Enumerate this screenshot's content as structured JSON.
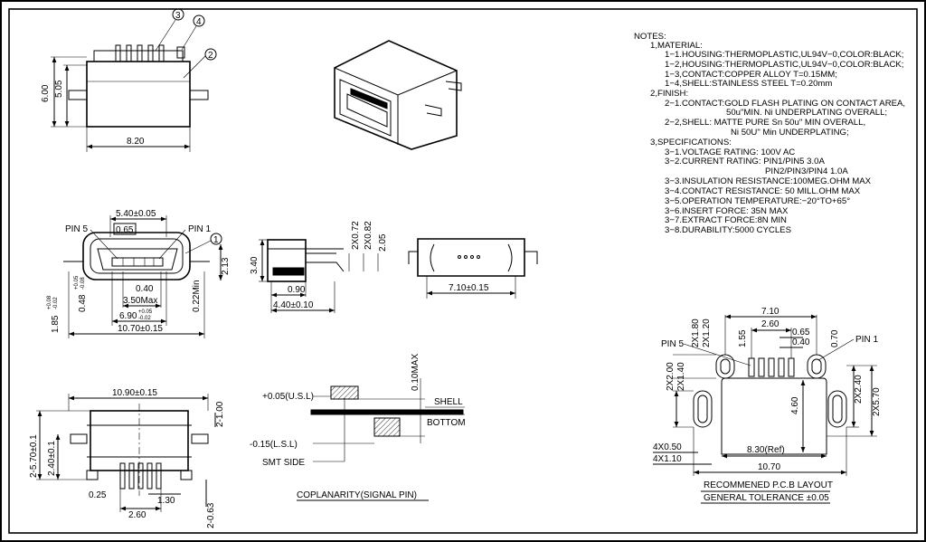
{
  "colors": {
    "ink": "#000000",
    "paper": "#ffffff"
  },
  "balloons": [
    "3",
    "4",
    "2",
    "1"
  ],
  "top_view": {
    "height_total": "6.00",
    "height_body": "5.05",
    "width": "8.20"
  },
  "front_view": {
    "top_width": "5.40±0.05",
    "slot": "0.65",
    "pin5": "PIN 5",
    "pin1": "PIN 1",
    "pitch": "0.40",
    "max_width": "3.50Max",
    "inner_width": "6.90",
    "inner_tol_plus": "+0.05",
    "inner_tol_minus": "-0.02",
    "overall": "10.70±0.15",
    "left_height": "1.85",
    "left_tol_plus": "+0.08",
    "left_tol_minus": "-0.02",
    "left_height2": "0.48",
    "left2_tol_plus": "+0.05",
    "left2_tol_minus": "-0.08",
    "right_min": "0.22Min",
    "right_height": "2.13"
  },
  "side_view": {
    "height": "3.40",
    "d1": "2X0.72",
    "d2": "2X0.82",
    "d3": "2.05",
    "bottom1": "0.90",
    "bottom2": "4.40±0.10"
  },
  "rear_view": {
    "width": "7.10±0.15"
  },
  "bottom_view": {
    "width": "10.90±0.15",
    "top_right": "2-1.00",
    "left1": "2-5.70±0.1",
    "left2": "2.40±0.1",
    "b1": "0.25",
    "b2": "1.30",
    "b3": "2.60",
    "b4": "2-0.63"
  },
  "coplanarity": {
    "usl": "+0.05(U.S.L)",
    "lsl": "-0.15(L.S.L)",
    "max": "0.10MAX",
    "shell": "SHELL",
    "bottom": "BOTTOM",
    "smt_side": "SMT SIDE",
    "title": "COPLANARITY(SIGNAL PIN)"
  },
  "pcb_layout": {
    "top_width": "7.10",
    "inner_width": "2.60",
    "pitch_a": "0.65",
    "pitch_b": "0.40",
    "pin_w": "0.70",
    "d155": "1.55",
    "v180": "2X1.80",
    "v120": "2X1.20",
    "pin5": "PIN 5",
    "pin1": "PIN 1",
    "l200": "2X2.00",
    "l140": "2X1.40",
    "r240": "2X2.40",
    "r570": "2X5.70",
    "h460": "4.60",
    "ref": "8.30(Ref)",
    "w050": "4X0.50",
    "w110": "4X1.10",
    "total": "10.70",
    "title": "RECOMMENED P.C.B LAYOUT",
    "tolerance": "GENERAL TOLERANCE ±0.05"
  },
  "notes": {
    "heading": "NOTES:",
    "lines": [
      "1,MATERIAL:",
      "1−1.HOUSING:THERMOPLASTIC,UL94V−0,COLOR:BLACK;",
      "1−2,HOUSING:THERMOPLASTIC,UL94V−0,COLOR:BLACK;",
      "1−3,CONTACT:COPPER ALLOY T=0.15MM;",
      "1−4,SHELL:STAINLESS STEEL T=0.20mm",
      "2,FINISH:",
      "2−1.CONTACT:GOLD FLASH PLATING ON CONTACT AREA,",
      "50u\"MIN. Ni UNDERPLATING OVERALL;",
      "2−2,SHELL: MATTE PURE Sn 50u\" MIN OVERALL,",
      "Ni 50U\" Min UNDERPLATING;",
      "3,SPECIFICATIONS:",
      "3−1.VOLTAGE RATING: 100V AC",
      "3−2.CURRENT RATING: PIN1/PIN5 3.0A",
      "PIN2/PIN3/PIN4 1.0A",
      "3−3.INSULATION RESISTANCE:100MEG.OHM MAX",
      "3−4.CONTACT RESISTANCE: 50 MILL.OHM MAX",
      "3−5.OPERATION TEMPERATURE:−20°TO+65°",
      "3−6.INSERT FORCE: 35N MAX",
      "3−7.EXTRACT FORCE:8N MIN",
      "3−8.DURABILITY:5000 CYCLES"
    ]
  }
}
